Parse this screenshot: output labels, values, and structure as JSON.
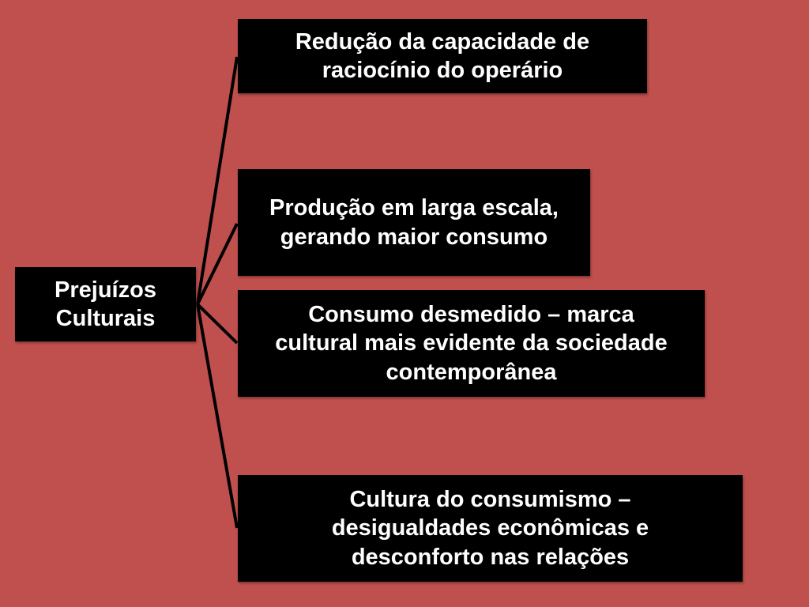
{
  "diagram": {
    "root": {
      "label": "Prejuízos Culturais"
    },
    "branches": [
      {
        "label": "Redução da capacidade de raciocínio do operário"
      },
      {
        "label": "Produção em larga escala, gerando maior consumo"
      },
      {
        "label": "Consumo desmedido – marca cultural mais evidente da sociedade contemporânea"
      },
      {
        "label": "Cultura do consumismo – desigualdades econômicas e desconforto nas relações"
      }
    ]
  },
  "colors": {
    "background": "#c0504d",
    "box_fill": "#000000",
    "box_text": "#ffffff",
    "connector": "#000000"
  }
}
